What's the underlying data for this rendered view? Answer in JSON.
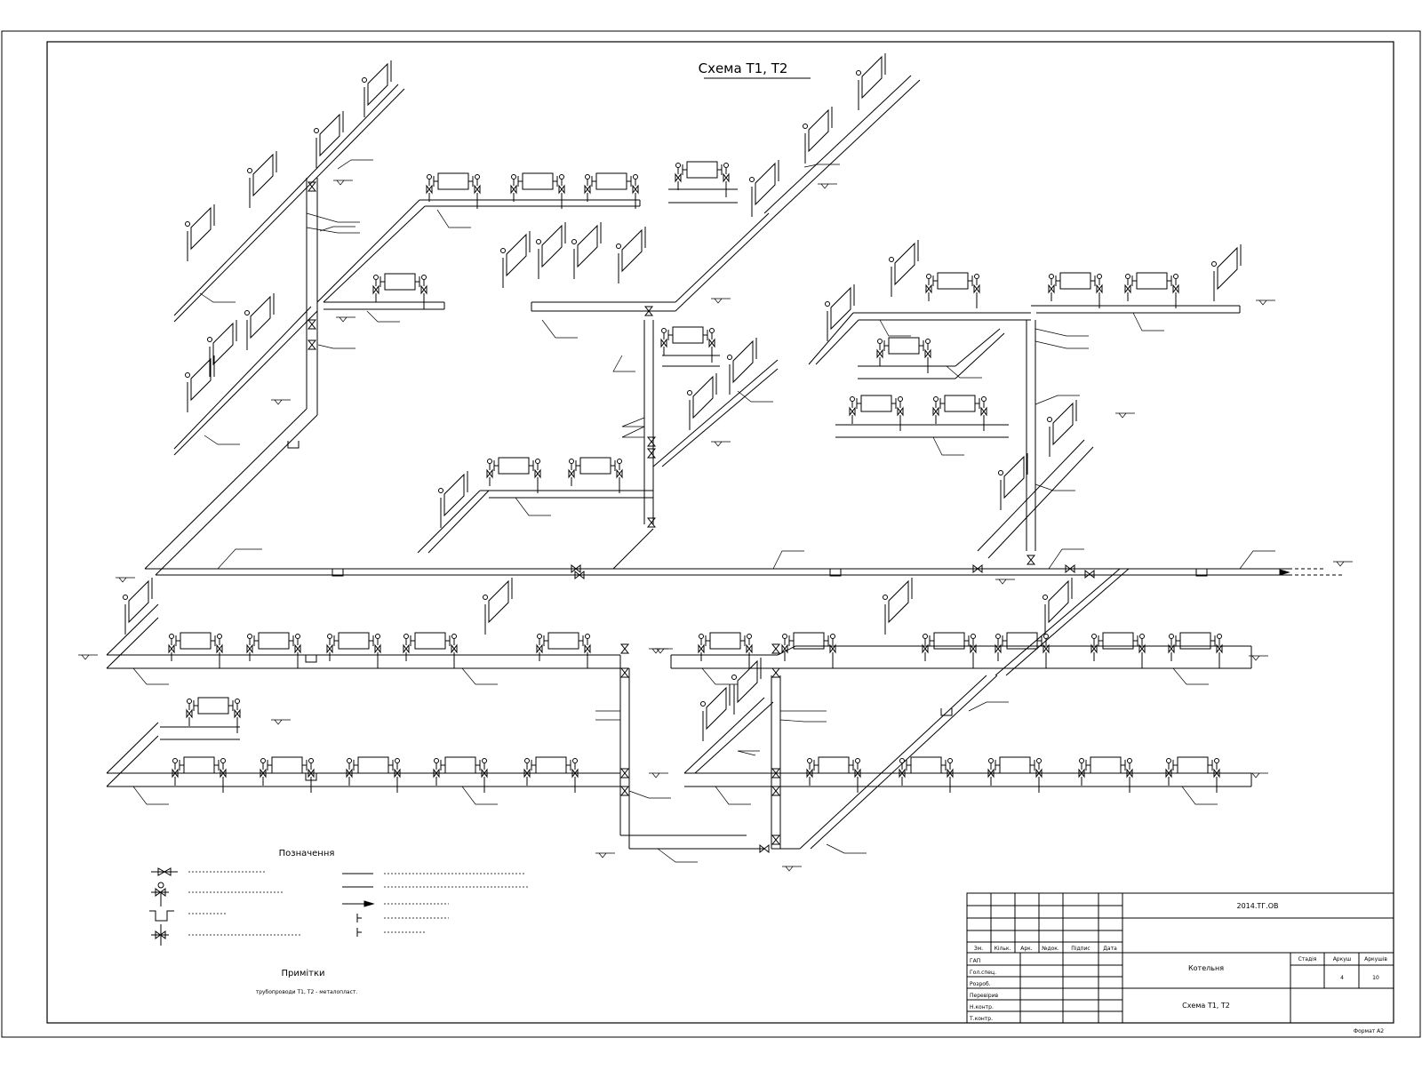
{
  "drawing": {
    "title": "Схема Т1, Т2",
    "format_label": "Формат А2"
  },
  "legend": {
    "heading": "Позначення",
    "notes_heading": "Примітки",
    "notes_text": "трубопроводи Т1, Т2 - металопласт."
  },
  "stamp": {
    "code": "2014.ТГ.ОВ",
    "building": "Котельня",
    "sheet_title": "Схема Т1, Т2",
    "col_headers": [
      "Зм.",
      "Кільк.",
      "Арк.",
      "№док.",
      "Підпис",
      "Дата"
    ],
    "roles": [
      "ГАП",
      "Гол.спец.",
      "Розроб.",
      "Перевірив",
      "Н.контр.",
      "Т.контр."
    ],
    "stage_label": "Стадія",
    "sheet_label": "Аркуш",
    "sheets_label": "Аркушів",
    "sheet_value": "4",
    "sheets_value": "10"
  }
}
